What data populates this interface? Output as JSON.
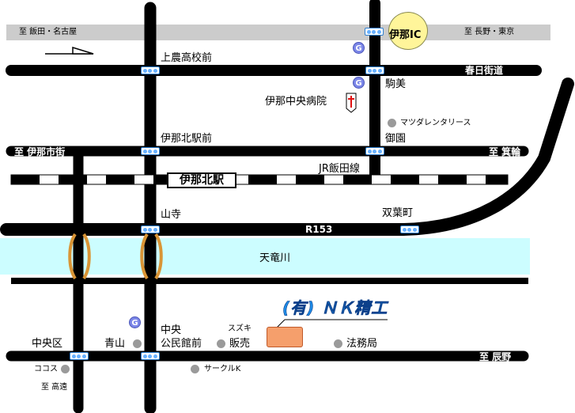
{
  "company": {
    "name": "(有) ＮＫ精工"
  },
  "interchange": {
    "name": "伊那IC"
  },
  "station": {
    "name": "伊那北駅"
  },
  "river": {
    "name": "天竜川"
  },
  "route": {
    "name": "R153"
  },
  "railway": {
    "name": "JR飯田線"
  },
  "directions": {
    "top_left": "至 飯田・名古屋",
    "top_right": "至 長野・東京",
    "kasuga_street": "春日街道",
    "ina_city": "至 伊那市街",
    "minowa": "至 箕輪",
    "tatsuno": "至 辰野",
    "takato": "至 高遠"
  },
  "intersections": {
    "kamino_hs": "上農高校前",
    "komami": "駒美",
    "ina_kita_ekimae": "伊那北駅前",
    "misono": "御園",
    "yamadera": "山寺",
    "futabacho": "双葉町",
    "chuoku": "中央区",
    "chuo_kominkan_1": "中央",
    "chuo_kominkan_2": "公民館前"
  },
  "landmarks": {
    "hospital": "伊那中央病院",
    "mazda": "マツダレンタリース",
    "aoyama": "青山",
    "suzuki_1": "スズキ",
    "suzuki_2": "販売",
    "houmukyoku": "法務局",
    "circle_k": "サークルK",
    "cocos": "ココス"
  },
  "colors": {
    "road": "#000000",
    "major_road": "#cccccc",
    "river": "#ccfdff",
    "company_text": "#1e8ce8",
    "company_marker": "#f59f6c",
    "bridge": "#d99536",
    "ic_badge": "#fff59a",
    "gas_marker": "#7b86e8"
  },
  "icons": {
    "gas": "G",
    "hospital": "hospital-cross-icon",
    "north_arrow": "north-arrow-icon",
    "signal": "traffic-signal-icon"
  }
}
